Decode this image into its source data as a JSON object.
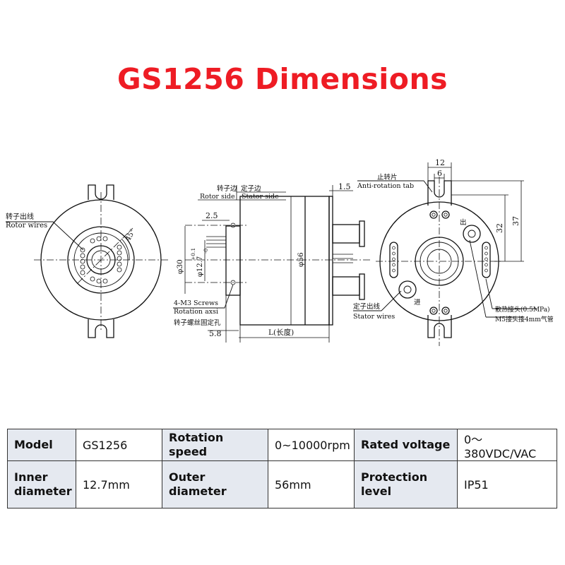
{
  "title": "GS1256 Dimensions",
  "drawing": {
    "left_view": {
      "label_cn": "转子出线",
      "label_en": "Rotor wires",
      "angle_label": "45°"
    },
    "side_view": {
      "rotor_side_cn": "转子边",
      "stator_side_cn": "定子边",
      "rotor_side_en": "Rotor side",
      "stator_side_en": "Stator side",
      "dim_flange": "1.5",
      "dim_rotor_step": "2.5",
      "dim_phi30": "φ30",
      "dim_bore": "φ12.7",
      "dim_bore_tol": "+0.1",
      "dim_bore_tol2": "-0",
      "dim_phi56": "φ56",
      "screws_line1": "4-M3 Screws",
      "screws_line2": "Rotation axsi",
      "screws_line3": "转子螺丝固定孔",
      "dim_bottom": "5.8",
      "length_label": "L(长度)"
    },
    "right_view": {
      "dim_12": "12",
      "dim_6": "6",
      "dim_32": "32",
      "dim_37": "37",
      "anti_rotation_cn": "止转片",
      "anti_rotation_en": "Anti-rotation tab",
      "outlet_cn": "出",
      "inlet_cn": "进",
      "stator_wires_cn": "定子出线",
      "stator_wires_en": "Stator wires",
      "cooling_line1": "散热接头(0.5MPa)",
      "cooling_line2": "M5接头接4mm气管"
    }
  },
  "specs": [
    [
      {
        "label": "Model",
        "value": "GS1256"
      },
      {
        "label": "Rotation speed",
        "value": "0~10000rpm"
      },
      {
        "label": "Rated voltage",
        "value": "0～380VDC/VAC"
      }
    ],
    [
      {
        "label": "Inner diameter",
        "value": "12.7mm"
      },
      {
        "label": "Outer diameter",
        "value": "56mm"
      },
      {
        "label": "Protection level",
        "value": "IP51"
      }
    ]
  ],
  "colors": {
    "title": "#ee1c24",
    "header_cell": "#e5e9f0",
    "line": "#111111"
  }
}
